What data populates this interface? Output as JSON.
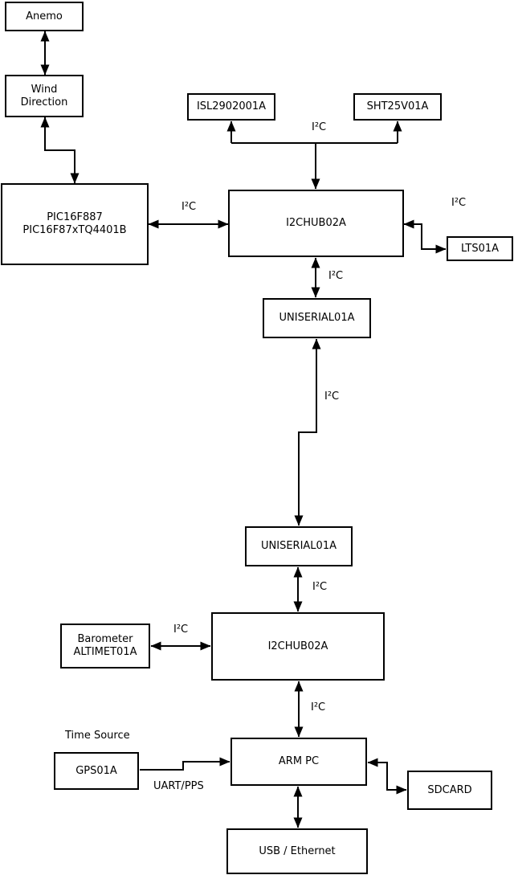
{
  "diagram": {
    "nodes": {
      "anemo": {
        "label": "Anemo"
      },
      "wind": {
        "line1": "Wind",
        "line2": "Direction"
      },
      "pic": {
        "line1": "PIC16F887",
        "line2": "PIC16F87xTQ4401B"
      },
      "isl": {
        "label": "ISL2902001A"
      },
      "sht": {
        "label": "SHT25V01A"
      },
      "hub1": {
        "label": "I2CHUB02A"
      },
      "lts": {
        "label": "LTS01A"
      },
      "uni1": {
        "label": "UNISERIAL01A"
      },
      "uni2": {
        "label": "UNISERIAL01A"
      },
      "hub2": {
        "label": "I2CHUB02A"
      },
      "baro": {
        "line1": "Barometer",
        "line2": "ALTIMET01A"
      },
      "gps": {
        "label": "GPS01A"
      },
      "armpc": {
        "label": "ARM PC"
      },
      "sdcard": {
        "label": "SDCARD"
      },
      "usbeth": {
        "label": "USB / Ethernet"
      }
    },
    "labels": {
      "i2c": "I²C",
      "uart": "UART/PPS",
      "time_source": "Time Source"
    },
    "colors": {
      "line": "#000000",
      "box_background": "#ffffff",
      "text": "#000000",
      "page_background": "#ffffff"
    }
  }
}
